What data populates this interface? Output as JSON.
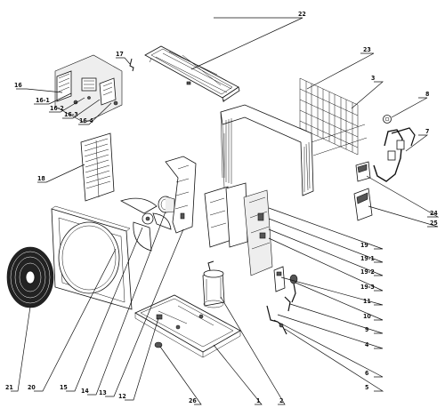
{
  "labels": {
    "l1": "1",
    "l2": "2",
    "l3": "3",
    "l4": "4",
    "l5": "5",
    "l6": "6",
    "l7": "7",
    "l8": "8",
    "l9": "9",
    "l10": "10",
    "l11": "11",
    "l12": "12",
    "l13": "13",
    "l14": "14",
    "l15": "15",
    "l16": "16",
    "l16_1": "16-1",
    "l16_2": "16-2",
    "l16_3": "16-3",
    "l16_4": "16-4",
    "l17": "17",
    "l18": "18",
    "l19": "19",
    "l19_1": "19-1",
    "l19_2": "19-2",
    "l19_3": "19-3",
    "l20": "20",
    "l21": "21",
    "l22": "22",
    "l23": "23",
    "l24": "24",
    "l25": "25",
    "l26": "26"
  }
}
